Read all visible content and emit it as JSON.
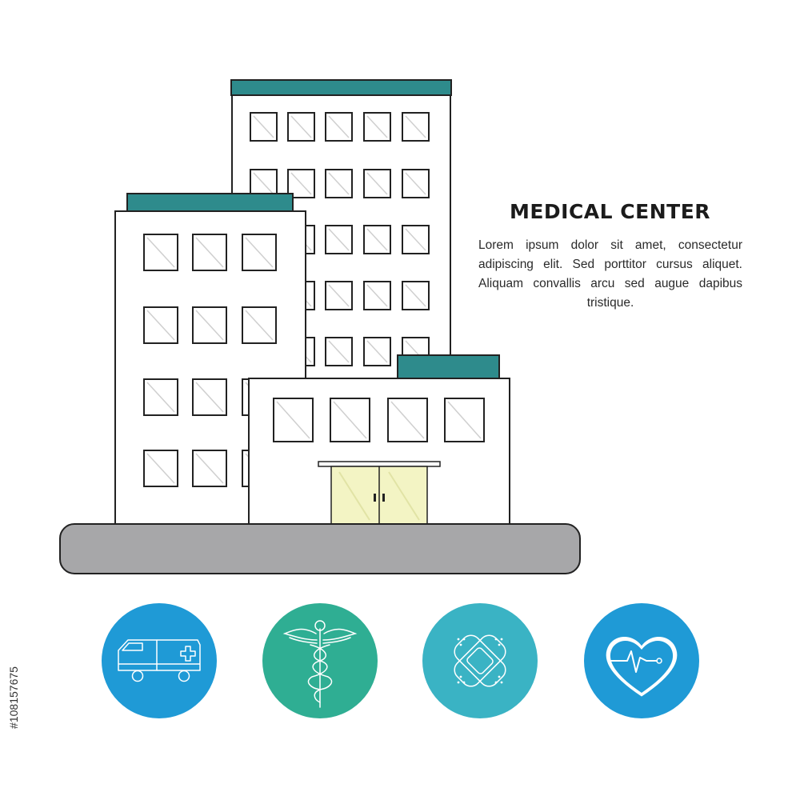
{
  "heading": {
    "title": "MEDICAL CENTER",
    "body": "Lorem ipsum dolor sit amet, consectetur adipiscing elit. Sed porttitor cursus aliquet. Aliquam convallis arcu sed augue dapibus tristique."
  },
  "watermark": {
    "stock_id": "#108157675"
  },
  "icons": [
    {
      "name": "ambulance-icon",
      "color": "#1f9ad6"
    },
    {
      "name": "caduceus-icon",
      "color": "#2fae93"
    },
    {
      "name": "bandage-icon",
      "color": "#3ab3c4"
    },
    {
      "name": "heart-pulse-icon",
      "color": "#1f9ad6"
    }
  ],
  "colors": {
    "roof": "#2e8b8c",
    "door": "#f3f4c4",
    "ground": "#a7a7a9",
    "outline": "#222222"
  }
}
